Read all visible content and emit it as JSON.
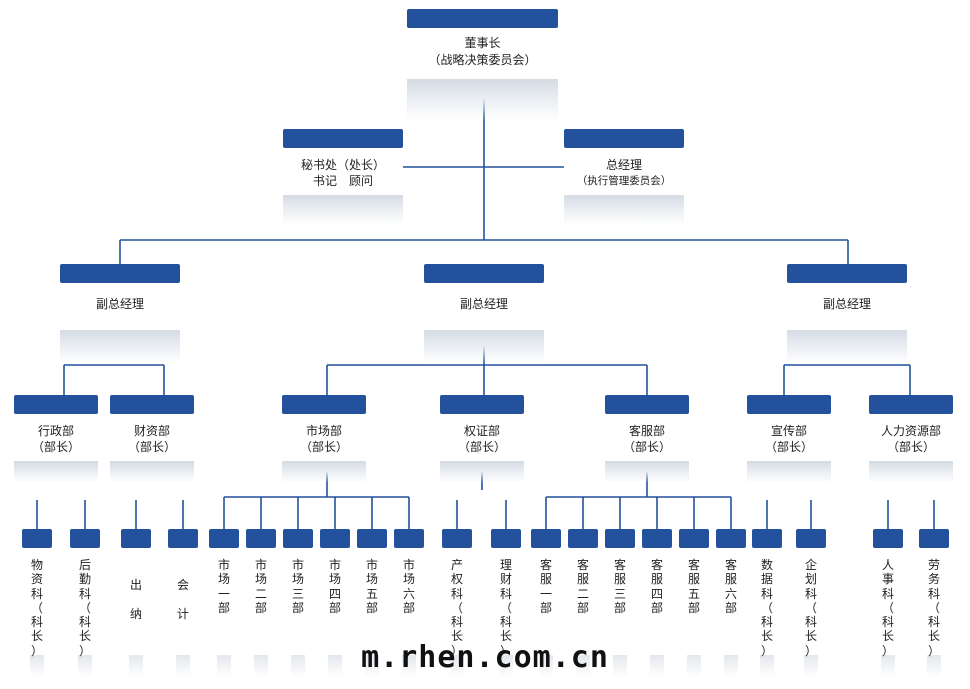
{
  "colors": {
    "bar": "#24519c",
    "line": "#24519c"
  },
  "top": {
    "line1": "董事长",
    "line2": "（战略决策委员会）"
  },
  "secretary": {
    "line1": "秘书处（处长）",
    "line2": "书记　顾问"
  },
  "gm": {
    "line1": "总经理",
    "line2": "（执行管理委员会）"
  },
  "vps": [
    {
      "label": "副总经理"
    },
    {
      "label": "副总经理"
    },
    {
      "label": "副总经理"
    }
  ],
  "departments": [
    {
      "name": "行政部",
      "role": "（部长）"
    },
    {
      "name": "财资部",
      "role": "（部长）"
    },
    {
      "name": "市场部",
      "role": "（部长）"
    },
    {
      "name": "权证部",
      "role": "（部长）"
    },
    {
      "name": "客服部",
      "role": "（部长）"
    },
    {
      "name": "宣传部",
      "role": "（部长）"
    },
    {
      "name": "人力资源部",
      "role": "（部长）"
    }
  ],
  "units": [
    {
      "text": "物资科（科长）"
    },
    {
      "text": "后勤科（科长）"
    },
    {
      "text": "出　纳"
    },
    {
      "text": "会　计"
    },
    {
      "text": "市场一部"
    },
    {
      "text": "市场二部"
    },
    {
      "text": "市场三部"
    },
    {
      "text": "市场四部"
    },
    {
      "text": "市场五部"
    },
    {
      "text": "市场六部"
    },
    {
      "text": "产权科（科长）"
    },
    {
      "text": "理财科（科长）"
    },
    {
      "text": "客服一部"
    },
    {
      "text": "客服二部"
    },
    {
      "text": "客服三部"
    },
    {
      "text": "客服四部"
    },
    {
      "text": "客服五部"
    },
    {
      "text": "客服六部"
    },
    {
      "text": "数据科（科长）"
    },
    {
      "text": "企划科（科长）"
    },
    {
      "text": "人事科（科长）"
    },
    {
      "text": "劳务科（科长）"
    }
  ],
  "watermark": "m.rhen.com.cn"
}
